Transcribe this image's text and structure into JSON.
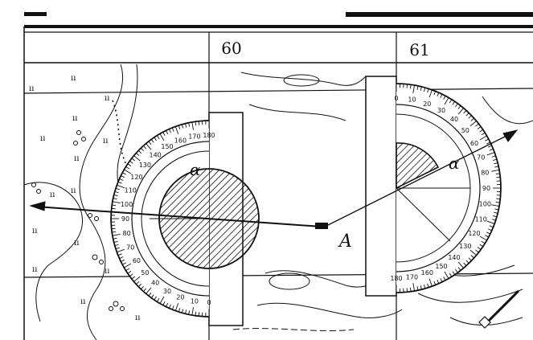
{
  "grid": {
    "column_labels": [
      "60",
      "61"
    ]
  },
  "annotations": {
    "point_a": "A",
    "left_protractor_angle": "α",
    "right_protractor_angle": "α"
  },
  "left_protractor": {
    "scale_labels": [
      "180",
      "170",
      "160",
      "150",
      "140",
      "130",
      "120",
      "110",
      "100",
      "90",
      "80",
      "70",
      "60",
      "50",
      "40",
      "30",
      "20",
      "10",
      "0"
    ]
  },
  "right_protractor": {
    "scale_labels": [
      "0",
      "10",
      "20",
      "30",
      "40",
      "50",
      "60",
      "70",
      "80",
      "90",
      "100",
      "110",
      "120",
      "130",
      "140",
      "150",
      "160",
      "170",
      "180"
    ]
  },
  "colors": {
    "ink": "#111111",
    "paper": "#ffffff"
  }
}
